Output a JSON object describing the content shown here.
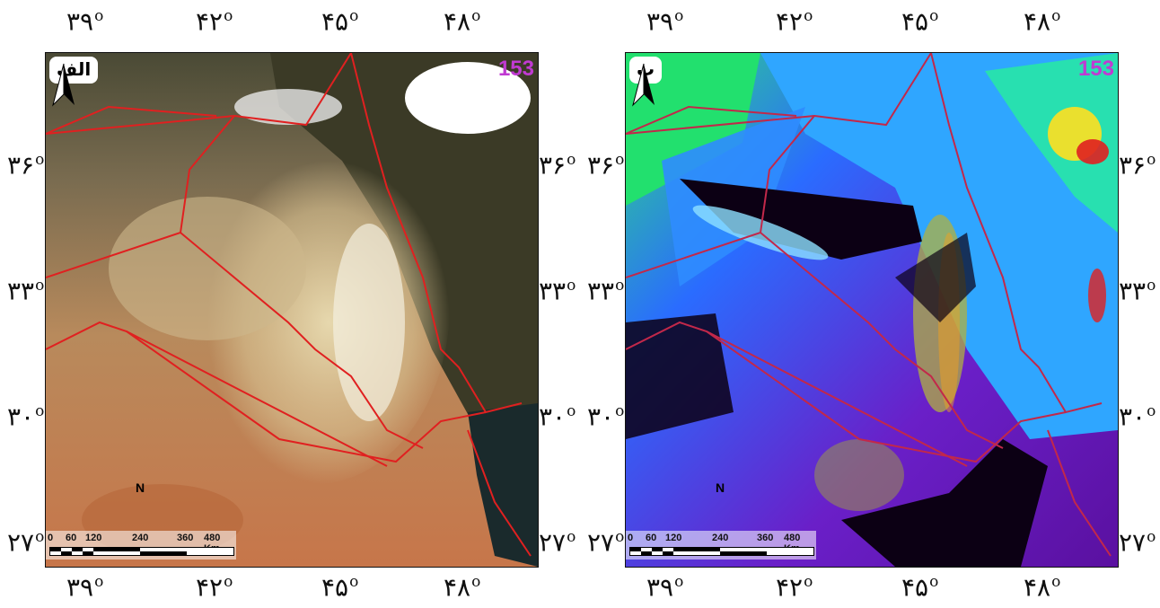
{
  "panels": [
    {
      "label": "الف",
      "scene": "153",
      "image_type": "true-color satellite composite"
    },
    {
      "label": "ب",
      "scene": "153",
      "image_type": "false-color dust index composite"
    }
  ],
  "axes": {
    "top_ticks": [
      "۳۹",
      "۴۲",
      "۴۵",
      "۴۸"
    ],
    "bottom_ticks": [
      "۳۹",
      "۴۲",
      "۴۵",
      "۴۸"
    ],
    "left_ticks": [
      "۳۶",
      "۳۳",
      "۳۰",
      "۲۷"
    ],
    "right_ticks": [
      "۳۶",
      "۳۳",
      "۳۰",
      "۲۷"
    ],
    "degree_symbol": "o"
  },
  "north_label": "N",
  "scale": {
    "labels": [
      "0",
      "60",
      "120",
      "240",
      "360",
      "480 Km"
    ]
  },
  "colors": {
    "border_lines": "#e02020",
    "scene_text": "#c03ad2"
  }
}
